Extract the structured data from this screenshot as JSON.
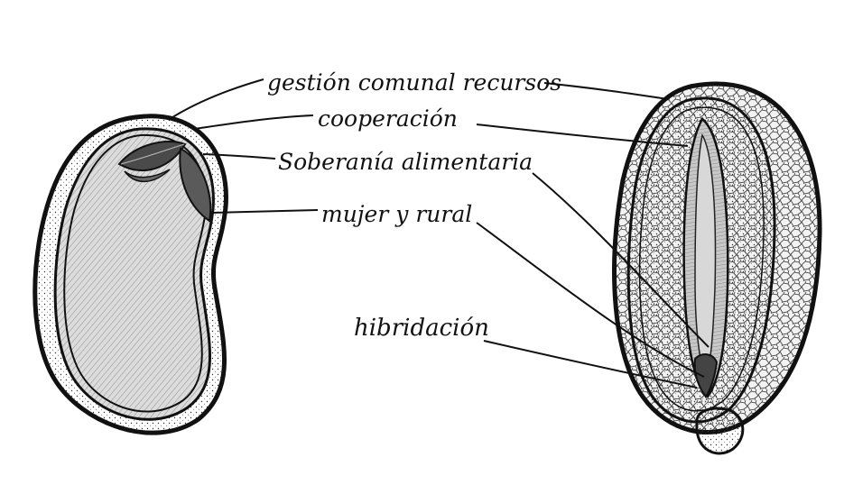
{
  "labels": {
    "gestion": "gestión comunal recursos",
    "cooperacion": "cooperación",
    "soberania": "Soberanía alimentaria",
    "mujer": "mujer y rural",
    "hibridacion": "hibridación"
  },
  "colors": {
    "ink": "#111111",
    "paper": "#ffffff",
    "seed_fill": "#d6d6d6",
    "embryo_fill": "#c9c9c9",
    "leaf_fill": "#555555"
  }
}
